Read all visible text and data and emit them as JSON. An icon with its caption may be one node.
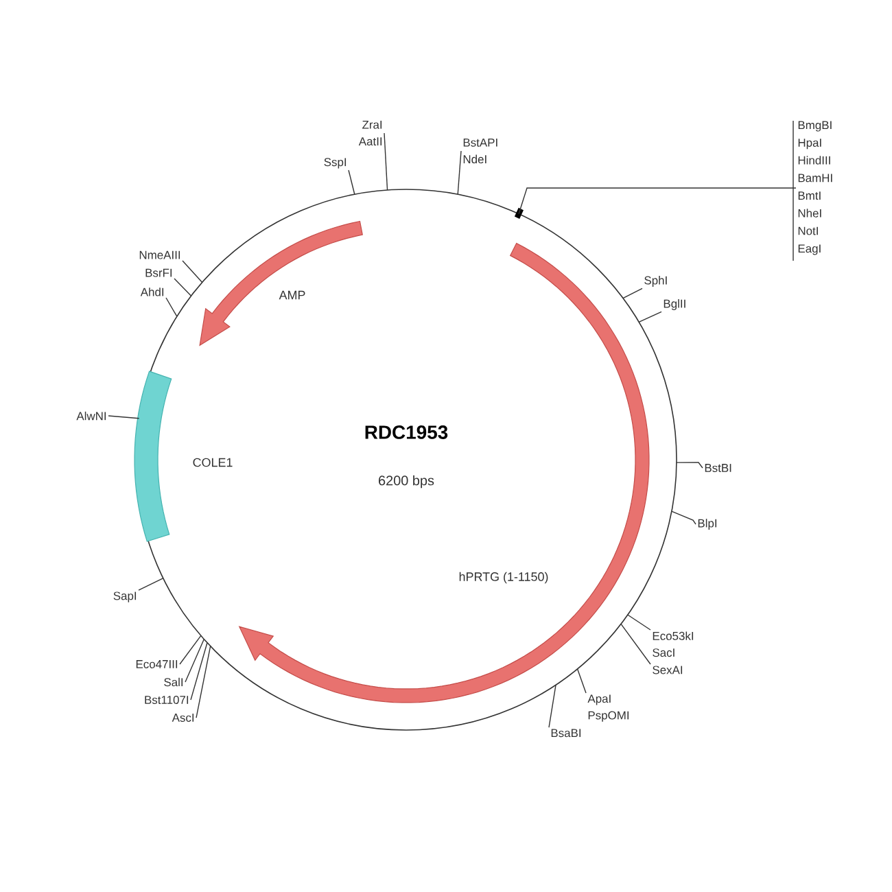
{
  "diagram": {
    "title": "RDC1953",
    "nodes": [
      {
        "text": [
          "SspI"
        ]
      },
      {
        "text": [
          "ZraI",
          "AatII"
        ]
      },
      {
        "text": [
          "BstAPI",
          "NdeI"
        ]
      },
      {
        "text": [
          "BmgBI",
          "HpaI",
          "HindIII",
          "BamHI",
          "BmtI",
          "NheI",
          "NotI",
          "EagI"
        ]
      },
      {
        "text": [
          "SphI"
        ]
      },
      {
        "text": [
          "BglII"
        ]
      },
      {
        "text": [
          "BstBI"
        ]
      },
      {
        "text": [
          "BlpI"
        ]
      },
      {
        "text": [
          "Eco53kI",
          "SacI"
        ]
      },
      {
        "text": [
          "SexAI"
        ]
      },
      {
        "text": [
          "ApaI",
          "PspOMI"
        ]
      },
      {
        "text": [
          "BsaBI"
        ]
      },
      {
        "text": [
          "NmeAIII"
        ]
      },
      {
        "text": [
          "BsrFI"
        ]
      },
      {
        "text": [
          "AhdI"
        ]
      },
      {
        "text": [
          "AlwNI"
        ]
      },
      {
        "text": [
          "SapI"
        ]
      },
      {
        "text": [
          "Eco47III"
        ]
      },
      {
        "text": [
          "SalI"
        ]
      },
      {
        "text": [
          "Bst1107I"
        ]
      },
      {
        "text": [
          "AscI"
        ]
      }
    ],
    "edges": [
      {
        "from": 0,
        "to": null,
        "arrow": "none"
      },
      {
        "from": 1,
        "to": null,
        "arrow": "none"
      },
      {
        "from": 2,
        "to": null,
        "arrow": "none"
      },
      {
        "from": 3,
        "to": null,
        "arrow": "none"
      },
      {
        "from": 4,
        "to": null,
        "arrow": "none"
      },
      {
        "from": 5,
        "to": null,
        "arrow": "none"
      },
      {
        "from": 6,
        "to": null,
        "arrow": "none"
      },
      {
        "from": 7,
        "to": null,
        "arrow": "none"
      },
      {
        "from": 8,
        "to": null,
        "arrow": "none"
      },
      {
        "from": 9,
        "to": null,
        "arrow": "none"
      },
      {
        "from": 10,
        "to": null,
        "arrow": "none"
      },
      {
        "from": 11,
        "to": null,
        "arrow": "none"
      },
      {
        "from": 12,
        "to": null,
        "arrow": "none"
      },
      {
        "from": 13,
        "to": null,
        "arrow": "none"
      },
      {
        "from": 14,
        "to": null,
        "arrow": "none"
      },
      {
        "from": 15,
        "to": null,
        "arrow": "none"
      },
      {
        "from": 16,
        "to": null,
        "arrow": "none"
      },
      {
        "from": 17,
        "to": null,
        "arrow": "none"
      },
      {
        "from": 18,
        "to": null,
        "arrow": "none"
      },
      {
        "from": 19,
        "to": null,
        "arrow": "none"
      },
      {
        "from": 20,
        "to": null,
        "arrow": "none"
      }
    ],
    "labels": [
      "6200 bps",
      "AMP",
      "COLE1",
      "hPRTG (1-1150)"
    ]
  }
}
